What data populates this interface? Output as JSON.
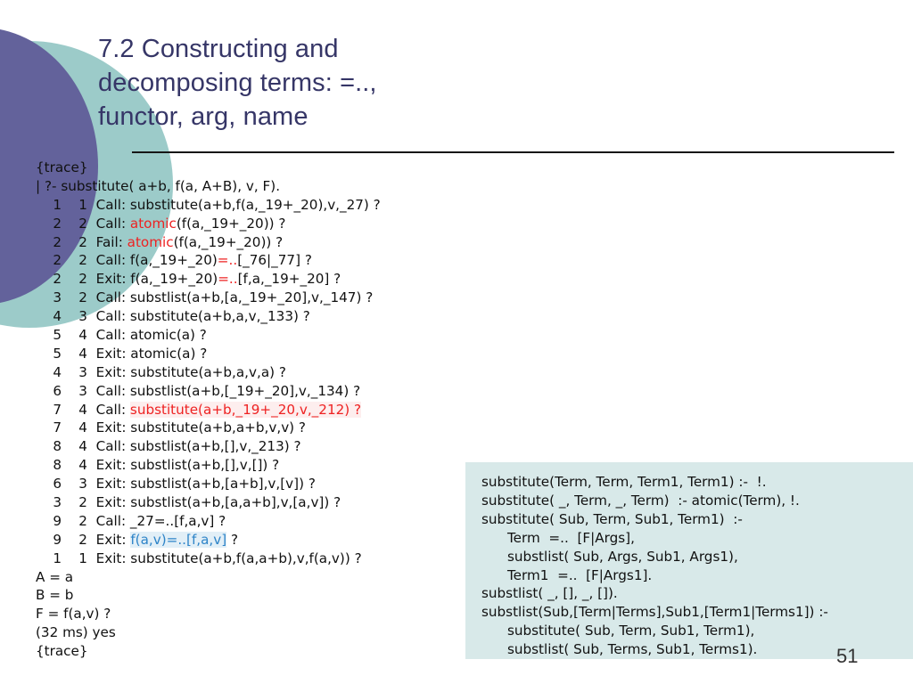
{
  "slide": {
    "title": "7.2 Constructing and\ndecomposing terms: =..,\nfunctor, arg, name",
    "page_number": "51",
    "colors": {
      "title": "#363667",
      "circle_purple": "#63629b",
      "circle_teal": "#9ccbc9",
      "code_panel_bg": "#d8e9e9",
      "accent_red": "#ee2222",
      "accent_blue": "#2e84c8",
      "highlight_pink": "#fdeeee",
      "highlight_blue": "#e2eff7"
    }
  },
  "trace": {
    "lines": [
      {
        "text": "{trace}"
      },
      {
        "text": "| ?- substitute( a+b, f(a, A+B), v, F)."
      },
      {
        "indent": "    ",
        "text": "1    1  Call: substitute(a+b,f(a,_19+_20),v,_27) ?"
      },
      {
        "indent": "    ",
        "prefix": "2    2  Call: ",
        "accent": "atomic",
        "accent_color": "red",
        "suffix": "(f(a,_19+_20)) ?"
      },
      {
        "indent": "    ",
        "prefix": "2    2  Fail: ",
        "accent": "atomic",
        "accent_color": "red",
        "suffix": "(f(a,_19+_20)) ?"
      },
      {
        "indent": "    ",
        "prefix": "2    2  Call: f(a,_19+_20)",
        "accent": "=..",
        "accent_color": "red",
        "suffix": "[_76|_77] ?"
      },
      {
        "indent": "    ",
        "prefix": "2    2  Exit: f(a,_19+_20)",
        "accent": "=..",
        "accent_color": "red",
        "suffix": "[f,a,_19+_20] ?"
      },
      {
        "indent": "    ",
        "text": "3    2  Call: substlist(a+b,[a,_19+_20],v,_147) ?"
      },
      {
        "indent": "    ",
        "text": "4    3  Call: substitute(a+b,a,v,_133) ?"
      },
      {
        "indent": "    ",
        "text": "5    4  Call: atomic(a) ?"
      },
      {
        "indent": "    ",
        "text": "5    4  Exit: atomic(a) ?"
      },
      {
        "indent": "    ",
        "text": "4    3  Exit: substitute(a+b,a,v,a) ?"
      },
      {
        "indent": "    ",
        "text": "6    3  Call: substlist(a+b,[_19+_20],v,_134) ?"
      },
      {
        "indent": "    ",
        "prefix": "7    4  Call: ",
        "accent": "substitute(a+b,_19+_20,v,_212) ?",
        "accent_color": "red",
        "accent_highlight": "pink",
        "suffix": ""
      },
      {
        "indent": "    ",
        "text": "7    4  Exit: substitute(a+b,a+b,v,v) ?"
      },
      {
        "indent": "    ",
        "text": "8    4  Call: substlist(a+b,[],v,_213) ?"
      },
      {
        "indent": "    ",
        "text": "8    4  Exit: substlist(a+b,[],v,[]) ?"
      },
      {
        "indent": "    ",
        "text": "6    3  Exit: substlist(a+b,[a+b],v,[v]) ?"
      },
      {
        "indent": "    ",
        "text": "3    2  Exit: substlist(a+b,[a,a+b],v,[a,v]) ?"
      },
      {
        "indent": "    ",
        "text": "9    2  Call: _27=..[f,a,v] ?"
      },
      {
        "indent": "    ",
        "prefix": "9    2  Exit: ",
        "accent": "f(a,v)=..[f,a,v]",
        "accent_color": "blue",
        "accent_highlight": "blue",
        "suffix": " ?"
      },
      {
        "indent": "    ",
        "text": "1    1  Exit: substitute(a+b,f(a,a+b),v,f(a,v)) ?"
      },
      {
        "text": "A = a"
      },
      {
        "text": "B = b"
      },
      {
        "text": "F = f(a,v) ?"
      },
      {
        "text": "(32 ms) yes"
      },
      {
        "text": "{trace}"
      }
    ]
  },
  "code_panel": {
    "lines": [
      {
        "text": "substitute(Term, Term, Term1, Term1) :-  !."
      },
      {
        "text": "substitute( _, Term, _, Term)  :- atomic(Term), !."
      },
      {
        "text": "substitute( Sub, Term, Sub1, Term1)  :-"
      },
      {
        "text": "      Term  =..  [F|Args],"
      },
      {
        "text": "      substlist( Sub, Args, Sub1, Args1),"
      },
      {
        "text": "      Term1  =..  [F|Args1].",
        "color": "blue"
      },
      {
        "text": "substlist( _, [], _, [])."
      },
      {
        "text": "substlist(Sub,[Term|Terms],Sub1,[Term1|Terms1]) :-"
      },
      {
        "text": "      substitute( Sub, Term, Sub1, Term1),"
      },
      {
        "text": "      substlist( Sub, Terms, Sub1, Terms1)."
      }
    ]
  }
}
